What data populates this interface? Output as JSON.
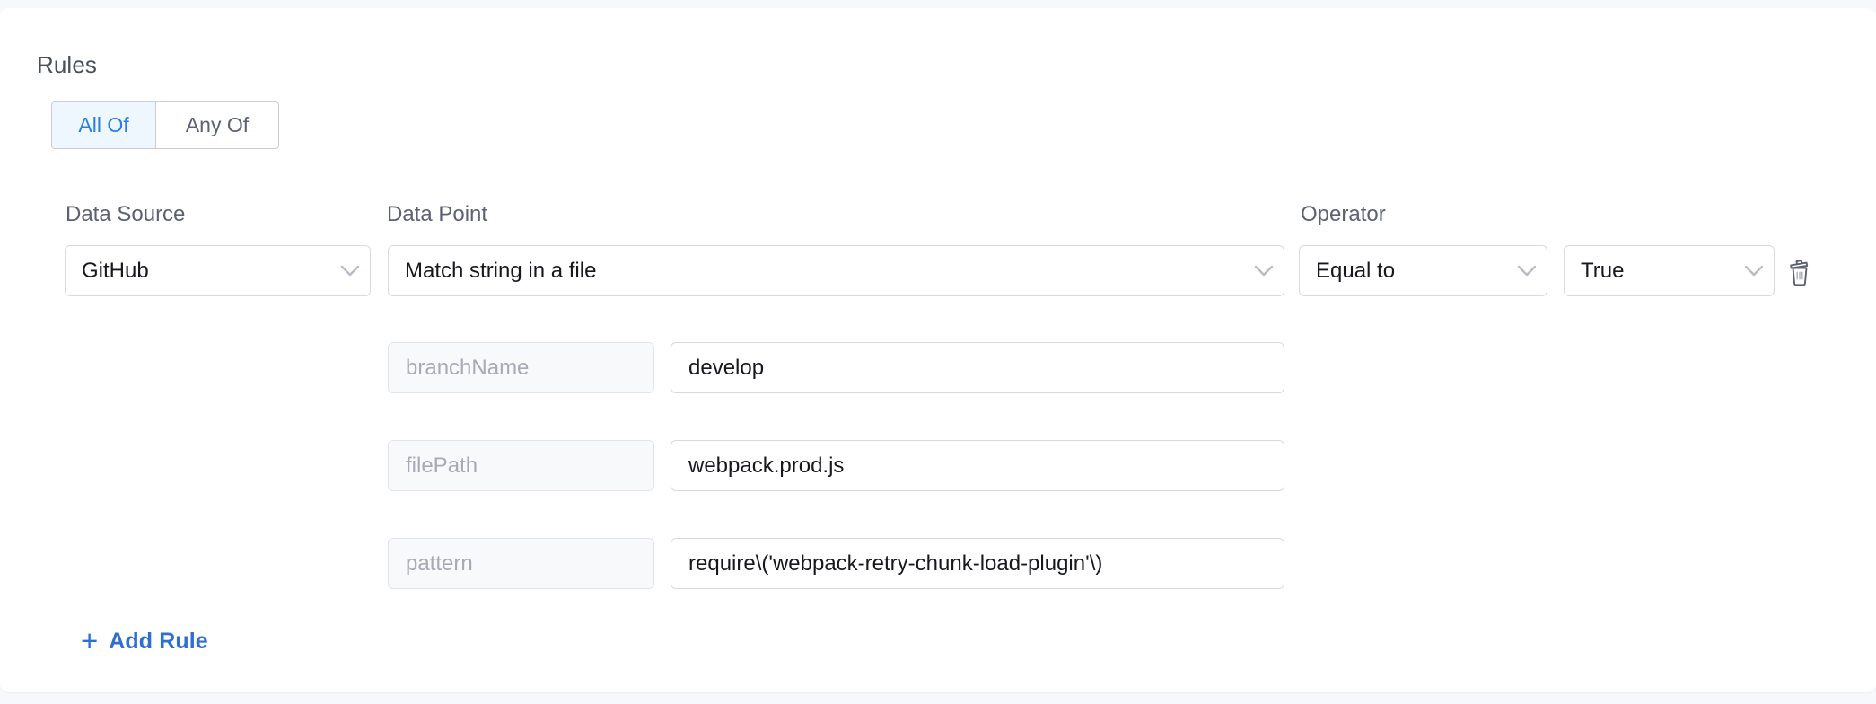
{
  "panel": {
    "title": "Rules"
  },
  "match_toggle": {
    "options": [
      {
        "label": "All Of",
        "active": true
      },
      {
        "label": "Any Of",
        "active": false
      }
    ]
  },
  "columns": {
    "data_source_label": "Data Source",
    "data_point_label": "Data Point",
    "operator_label": "Operator"
  },
  "rule": {
    "data_source": "GitHub",
    "data_point": "Match string in a file",
    "operator": "Equal to",
    "operator_value": "True",
    "delete_icon": "trash-icon",
    "chevron_icon": "chevron-down-icon",
    "parameters": [
      {
        "name": "branchName",
        "value": "develop"
      },
      {
        "name": "filePath",
        "value": "webpack.prod.js"
      },
      {
        "name": "pattern",
        "value": "require\\('webpack-retry-chunk-load-plugin'\\)"
      }
    ]
  },
  "actions": {
    "add_rule_label": "Add Rule",
    "add_rule_icon": "plus-icon"
  },
  "colors": {
    "accent_blue": "#2f6fd0",
    "active_tab_blue": "#2b7de0",
    "active_tab_bg": "#eef7fd",
    "label_gray": "#5c6173",
    "placeholder_gray": "#a6a9b6",
    "border_gray": "#d8dae2",
    "page_bg": "#f7f8fb"
  }
}
